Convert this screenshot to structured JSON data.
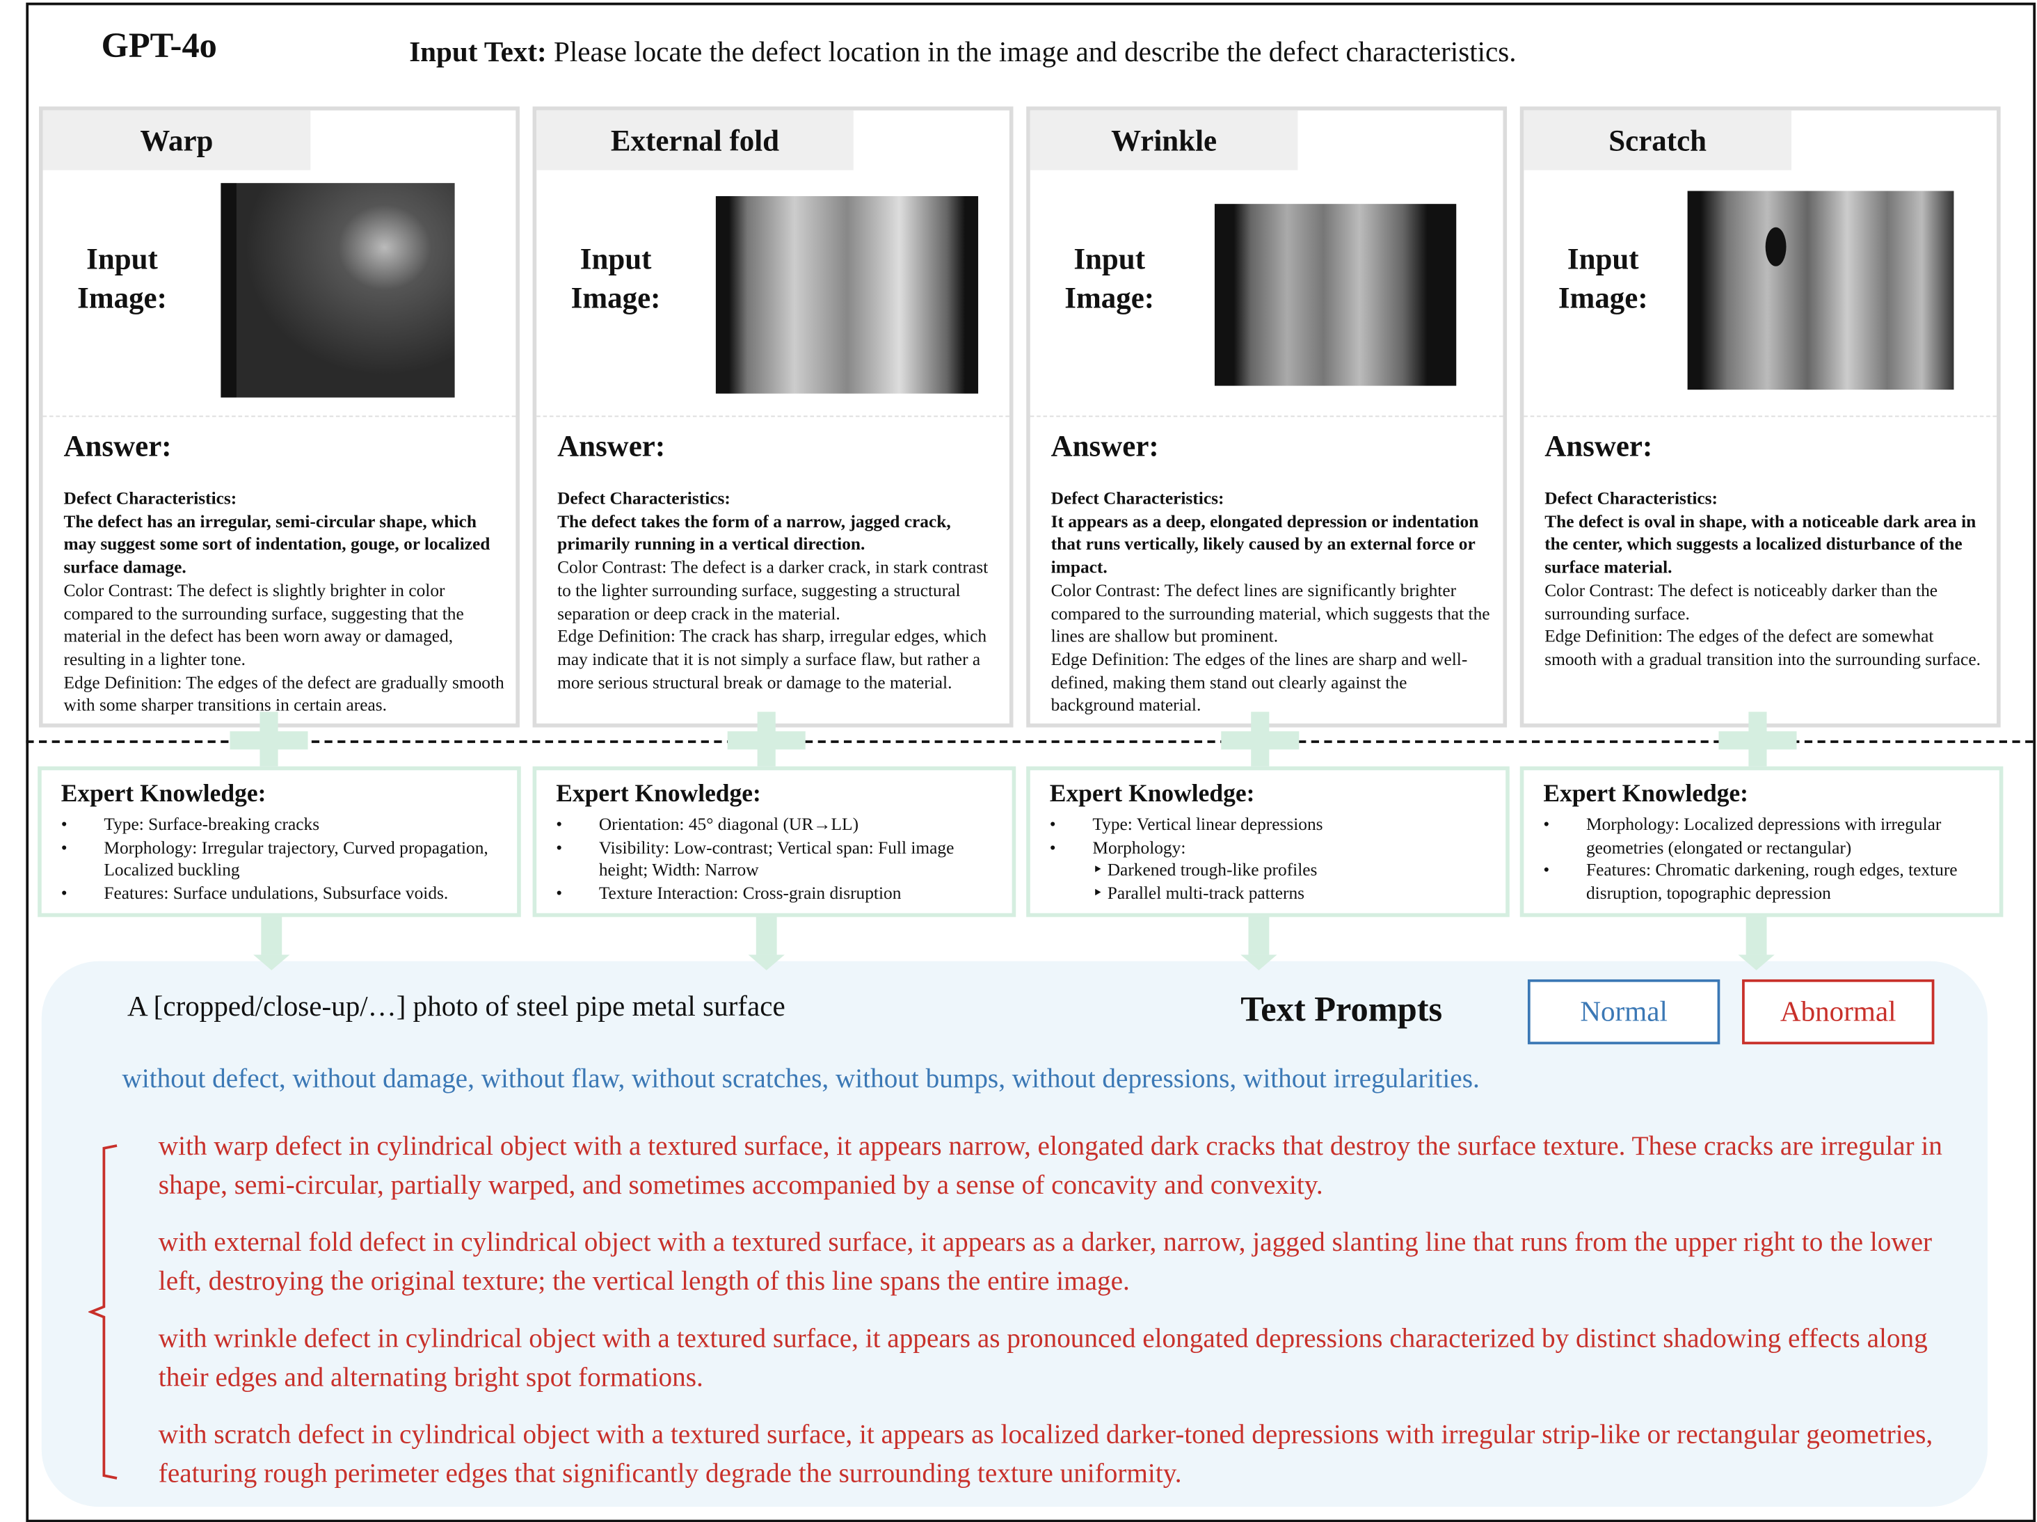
{
  "header": {
    "model": "GPT-4o",
    "input_label": "Input Text:",
    "input_text": "Please locate the defect location in the image and describe the defect characteristics."
  },
  "input_image_label": "Input Image:",
  "answer_label": "Answer:",
  "expert_label": "Expert Knowledge:",
  "cards": [
    {
      "title": "Warp",
      "dc": "Defect Characteristics:",
      "bold": "The defect has an irregular, semi-circular shape, which may suggest some sort of indentation, gouge, or localized surface damage.",
      "color": "Color Contrast: The defect is slightly brighter in color compared to the surrounding surface, suggesting that the material in the defect has been worn away or damaged, resulting in a lighter tone.",
      "edge": "Edge Definition: The edges of the defect are gradually smooth with some sharper transitions in certain areas.",
      "expert": [
        "Type: Surface-breaking cracks",
        "Morphology: Irregular trajectory, Curved propagation, Localized buckling",
        "Features: Surface undulations, Subsurface voids."
      ]
    },
    {
      "title": "External fold",
      "dc": "Defect Characteristics:",
      "bold": "The defect takes the form of a narrow, jagged crack, primarily running in a vertical direction.",
      "color": "Color Contrast: The defect is a darker crack, in stark contrast to the lighter surrounding surface, suggesting a structural separation or deep crack in the material.",
      "edge": "Edge Definition: The crack has sharp, irregular edges, which may indicate that it is not simply a surface flaw, but rather a more serious structural break or damage to the material.",
      "expert": [
        "Orientation: 45° diagonal (UR→LL)",
        "Visibility: Low-contrast; Vertical span: Full image height; Width: Narrow",
        "Texture Interaction: Cross-grain disruption"
      ]
    },
    {
      "title": "Wrinkle",
      "dc": "Defect Characteristics:",
      "bold": "It appears as a deep, elongated depression or indentation that runs vertically, likely caused by an external force or impact.",
      "color": "Color Contrast: The defect lines are significantly brighter compared to the surrounding material, which suggests that the lines are shallow but prominent.",
      "edge": "Edge Definition: The edges of the lines are sharp and well-defined, making them stand out clearly against the background material.",
      "expert": [
        "Type: Vertical linear depressions",
        "Morphology:",
        "‣ Darkened trough-like profiles",
        "‣ Parallel multi-track patterns"
      ]
    },
    {
      "title": "Scratch",
      "dc": "Defect Characteristics:",
      "bold": "The defect is oval in shape, with a noticeable dark area in the center, which suggests a localized disturbance of the surface material.",
      "color": "Color Contrast: The defect is noticeably darker than the surrounding surface.",
      "edge": "Edge Definition: The edges of the defect are somewhat smooth with a gradual transition into the surrounding surface.",
      "expert": [
        "Morphology: Localized depressions with irregular geometries (elongated or rectangular)",
        "Features: Chromatic darkening, rough edges, texture disruption, topographic depression"
      ]
    }
  ],
  "prompts": {
    "phrase": "A [cropped/close-up/…] photo of steel pipe metal surface",
    "title": "Text Prompts",
    "normal": "Normal",
    "abnormal": "Abnormal",
    "normal_color": "#3b78b5",
    "abnormal_color": "#c8302a",
    "normal_text": "without defect, without damage, without flaw, without scratches, without bumps, without depressions, without irregularities.",
    "abnormal_texts": [
      "with warp defect in cylindrical object with a textured surface, it appears narrow, elongated dark cracks that destroy the surface texture. These cracks are irregular in shape, semi-circular, partially warped, and sometimes accompanied by a sense of concavity and convexity.",
      "with external fold defect in cylindrical object with a textured surface, it appears as  a darker, narrow, jagged slanting line that runs from the upper right to the lower left, destroying the original texture; the vertical length of this line spans the entire image.",
      "with wrinkle defect in cylindrical object with a textured surface, it appears as pronounced elongated depressions characterized by distinct shadowing effects along their edges and alternating bright spot formations.",
      "with scratch defect in cylindrical object with a textured surface, it appears as  localized darker-toned depressions with irregular strip-like or rectangular geometries, featuring rough perimeter edges that significantly degrade the surrounding texture uniformity."
    ]
  }
}
